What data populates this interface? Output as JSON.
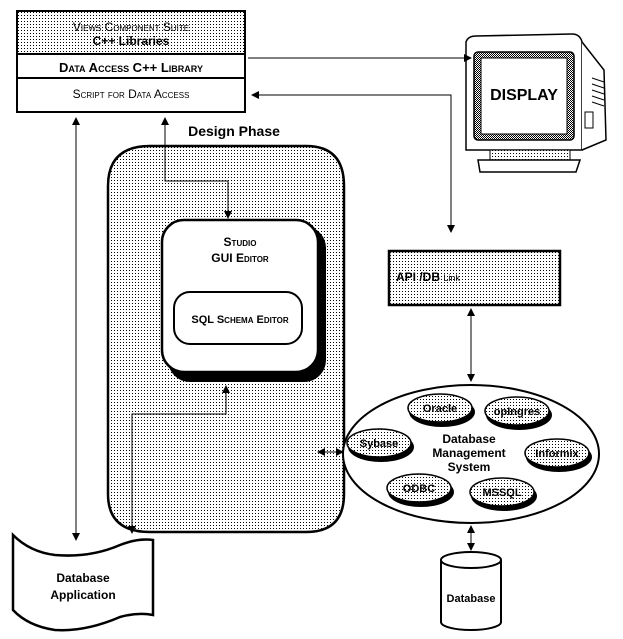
{
  "colors": {
    "ink": "#000000",
    "paper": "#ffffff",
    "stipple": "#000000"
  },
  "libraries": {
    "views_suite_line1": "Views Component Suite",
    "views_suite_line2": "C++ Libraries",
    "data_access": "Data Access C++ Library",
    "script": "Script for Data Access"
  },
  "display": {
    "label": "DISPLAY"
  },
  "design_phase": {
    "title": "Design Phase"
  },
  "studio": {
    "line1": "Studio",
    "line2": "GUI Editor"
  },
  "sql_schema_editor": {
    "label": "SQL Schema Editor"
  },
  "api_link": {
    "label_main": "API /DB ",
    "label_small": "Link"
  },
  "dbms": {
    "line1": "Database",
    "line2": "Management",
    "line3": "System",
    "systems": [
      "Oracle",
      "opIngres",
      "Sybase",
      "Informix",
      "ODBC",
      "MSSQL"
    ]
  },
  "database": {
    "label": "Database"
  },
  "database_application": {
    "line1": "Database",
    "line2": "Application"
  }
}
